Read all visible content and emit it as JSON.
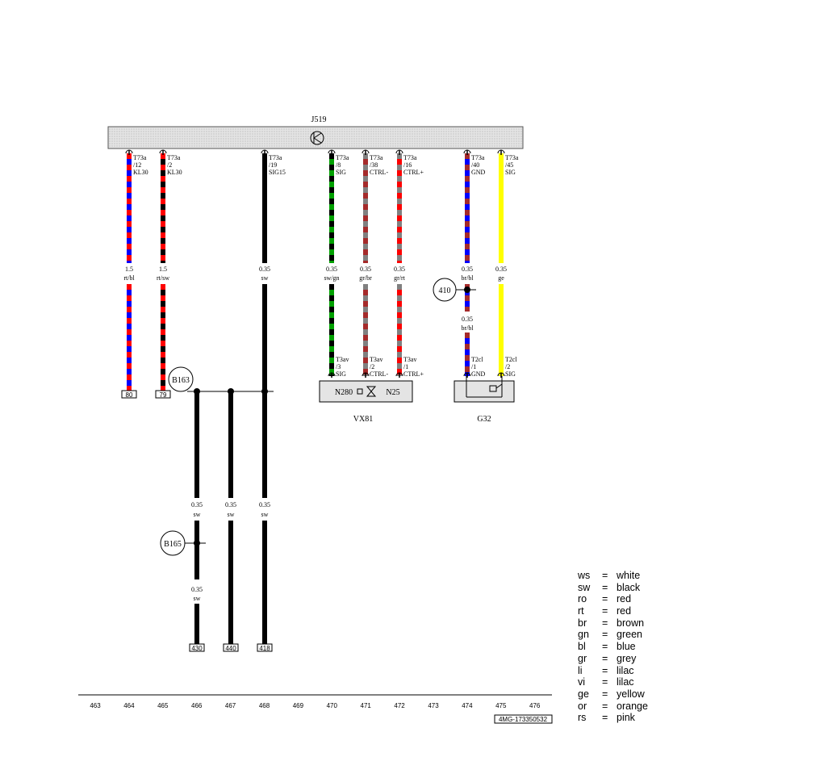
{
  "component_title": "J519",
  "connectors": [
    {
      "id": "c464",
      "pin": "T73a",
      "num": "/12",
      "sig": "KL30",
      "gauge": "1.5",
      "color": "rt/bl",
      "end": "80",
      "colors": [
        "#ff0000",
        "#0000ff"
      ]
    },
    {
      "id": "c465",
      "pin": "T73a",
      "num": "/2",
      "sig": "KL30",
      "gauge": "1.5",
      "color": "rt/sw",
      "end": "79",
      "colors": [
        "#ff0000",
        "#000000"
      ]
    },
    {
      "id": "c468",
      "pin": "T73a",
      "num": "/19",
      "sig": "SIG15",
      "gauge": "0.35",
      "color": "sw",
      "colors": [
        "#000000"
      ]
    },
    {
      "id": "c470",
      "pin": "T73a",
      "num": "/8",
      "sig": "SIG",
      "gauge": "0.35",
      "color": "sw/gn",
      "colors": [
        "#000000",
        "#00a000"
      ],
      "lower_pin": "T3av",
      "lower_num": "/3",
      "lower_sig": "SIG"
    },
    {
      "id": "c471",
      "pin": "T73a",
      "num": "/38",
      "sig": "CTRL-",
      "gauge": "0.35",
      "color": "gr/br",
      "colors": [
        "#808080",
        "#a52a2a"
      ],
      "lower_pin": "T3av",
      "lower_num": "/2",
      "lower_sig": "CTRL-"
    },
    {
      "id": "c472",
      "pin": "T73a",
      "num": "/16",
      "sig": "CTRL+",
      "gauge": "0.35",
      "color": "gr/rt",
      "colors": [
        "#808080",
        "#ff0000"
      ],
      "lower_pin": "T3av",
      "lower_num": "/1",
      "lower_sig": "CTRL+"
    },
    {
      "id": "c474",
      "pin": "T73a",
      "num": "/40",
      "sig": "GND",
      "gauge": "0.35",
      "color": "br/bl",
      "gauge2": "0.35",
      "color2": "br/bl",
      "colors": [
        "#a52a2a",
        "#0000ff"
      ],
      "lower_pin": "T2cl",
      "lower_num": "/1",
      "lower_sig": "GND"
    },
    {
      "id": "c475",
      "pin": "T73a",
      "num": "/45",
      "sig": "SIG",
      "gauge": "0.35",
      "color": "ge",
      "colors": [
        "#ffff00"
      ],
      "lower_pin": "T2cl",
      "lower_num": "/2",
      "lower_sig": "SIG"
    }
  ],
  "ground_wires": [
    {
      "gauge": "0.35",
      "color": "sw",
      "gauge2": "0.35",
      "color2": "sw",
      "end": "430"
    },
    {
      "gauge": "0.35",
      "color": "sw",
      "end": "440"
    },
    {
      "gauge": "0.35",
      "color": "sw",
      "end": "418"
    }
  ],
  "splices": {
    "b163": "B163",
    "b165": "B165",
    "p410": "410"
  },
  "components": {
    "vx81_label": "VX81",
    "vx81_left": "N280",
    "vx81_right": "N25",
    "g32_label": "G32"
  },
  "axis": [
    "463",
    "464",
    "465",
    "466",
    "467",
    "468",
    "469",
    "470",
    "471",
    "472",
    "473",
    "474",
    "475",
    "476"
  ],
  "footer_id": "4MG-173350532",
  "legend": [
    {
      "code": "ws",
      "name": "white"
    },
    {
      "code": "sw",
      "name": "black"
    },
    {
      "code": "ro",
      "name": "red"
    },
    {
      "code": "rt",
      "name": "red"
    },
    {
      "code": "br",
      "name": "brown"
    },
    {
      "code": "gn",
      "name": "green"
    },
    {
      "code": "bl",
      "name": "blue"
    },
    {
      "code": "gr",
      "name": "grey"
    },
    {
      "code": "li",
      "name": "lilac"
    },
    {
      "code": "vi",
      "name": "lilac"
    },
    {
      "code": "ge",
      "name": "yellow"
    },
    {
      "code": "or",
      "name": "orange"
    },
    {
      "code": "rs",
      "name": "pink"
    }
  ]
}
